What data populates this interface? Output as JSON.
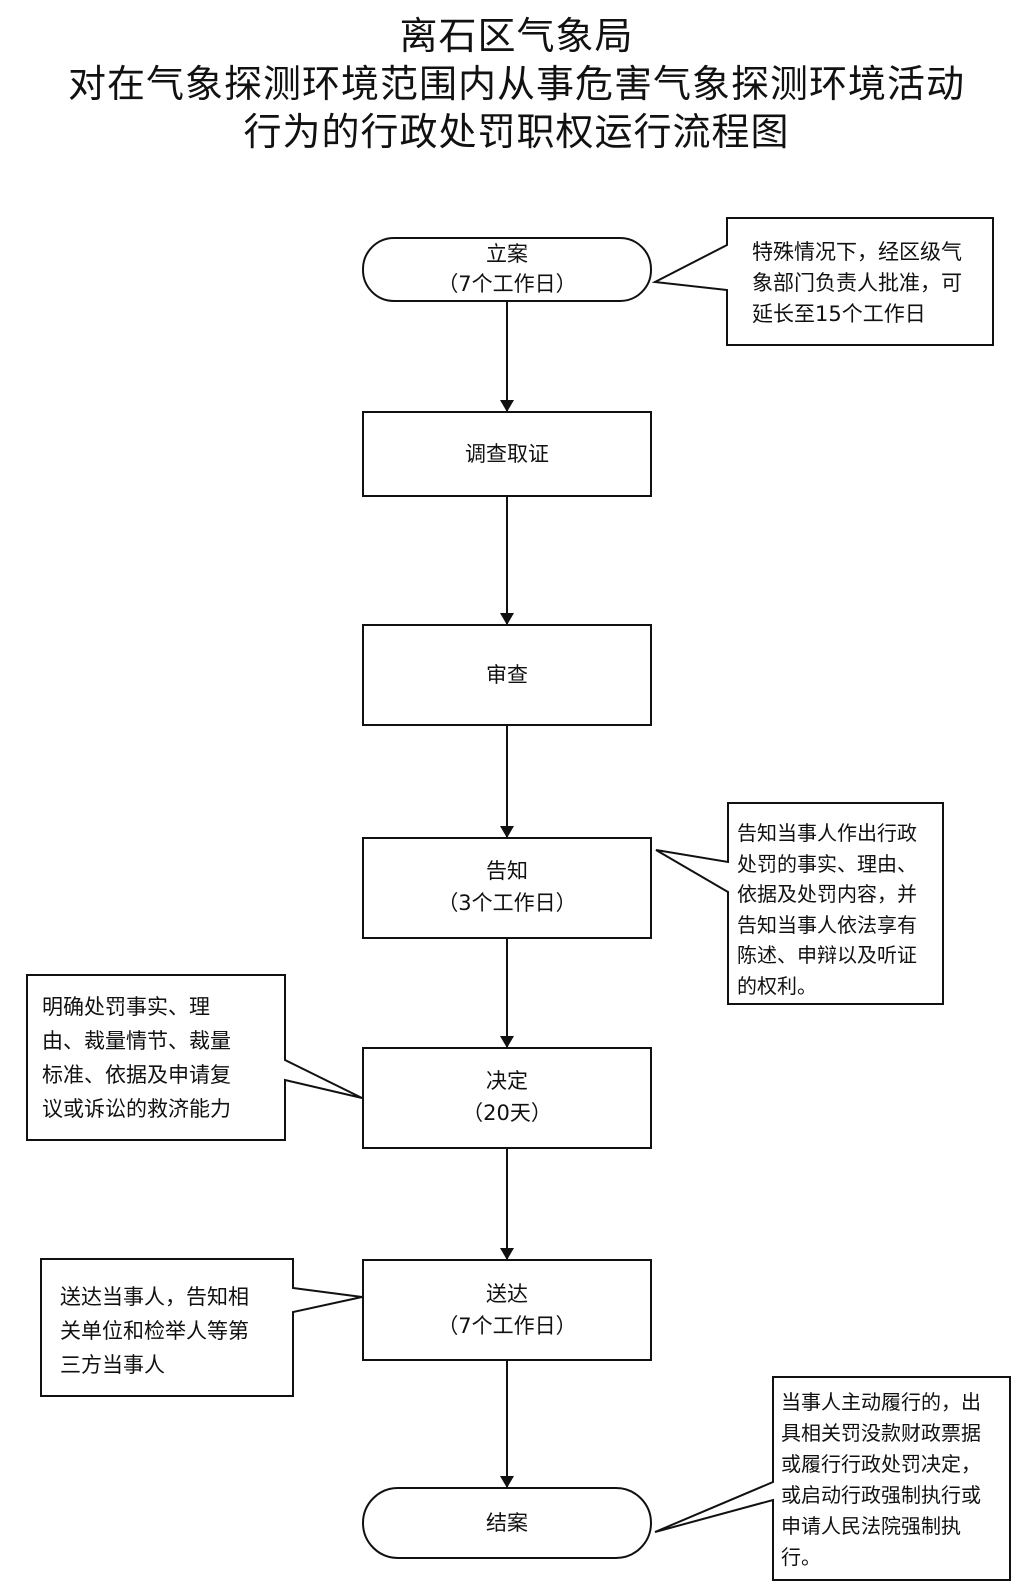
{
  "title": {
    "line1": "离石区气象局",
    "line2": "对在气象探测环境范围内从事危害气象探测环境活动",
    "line3": "行为的行政处罚职权运行流程图"
  },
  "nodes": {
    "filing": {
      "label": "立案",
      "time": "（7个工作日）"
    },
    "investigation": {
      "label": "调查取证"
    },
    "review": {
      "label": "审查"
    },
    "notice": {
      "label": "告知",
      "time": "（3个工作日）"
    },
    "decision": {
      "label": "决定",
      "time": "（20天）"
    },
    "delivery": {
      "label": "送达",
      "time": "（7个工作日）"
    },
    "closing": {
      "label": "结案"
    }
  },
  "callouts": {
    "filing": [
      "特殊情况下，经区级气",
      "象部门负责人批准，可",
      "延长至15个工作日"
    ],
    "notice": [
      "告知当事人作出行政",
      "处罚的事实、理由、",
      "依据及处罚内容，并",
      "告知当事人依法享有",
      "陈述、申辩以及听证",
      "的权利。"
    ],
    "decision": [
      "明确处罚事实、理",
      "由、裁量情节、裁量",
      "标准、依据及申请复",
      "议或诉讼的救济能力"
    ],
    "delivery": [
      "送达当事人，告知相",
      "关单位和检举人等第",
      "三方当事人"
    ],
    "closing": [
      "当事人主动履行的，出",
      "具相关罚没款财政票据",
      "或履行行政处罚决定，",
      "或启动行政强制执行或",
      "申请人民法院强制执",
      "行。"
    ]
  }
}
